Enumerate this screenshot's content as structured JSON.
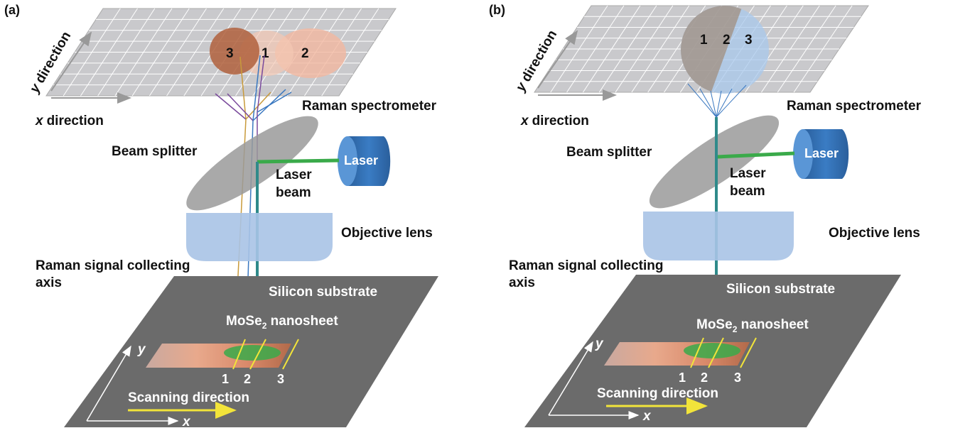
{
  "panels": [
    {
      "tag": "(a)",
      "y_direction_word": "direction",
      "y_letter": "y",
      "x_direction_word": "direction",
      "x_letter": "x",
      "spot_labels": [
        "3",
        "1",
        "2"
      ],
      "raman_spectrometer": "Raman spectrometer",
      "beam_splitter": "Beam splitter",
      "laser": "Laser",
      "laser_beam_1": "Laser",
      "laser_beam_2": "beam",
      "objective_lens": "Objective lens",
      "collect_1": "Raman signal collecting",
      "collect_2": "axis",
      "silicon": "Silicon substrate",
      "mose2_pre": "MoSe",
      "mose2_sub": "2",
      "mose2_post": " nanosheet",
      "pos_labels": [
        "1",
        "2",
        "3"
      ],
      "scanning": "Scanning direction",
      "axis_y": "y",
      "axis_x": "x"
    },
    {
      "tag": "(b)",
      "y_direction_word": "direction",
      "y_letter": "y",
      "x_direction_word": "direction",
      "x_letter": "x",
      "spot_labels": [
        "1",
        "2",
        "3"
      ],
      "raman_spectrometer": "Raman spectrometer",
      "beam_splitter": "Beam splitter",
      "laser": "Laser",
      "laser_beam_1": "Laser",
      "laser_beam_2": "beam",
      "objective_lens": "Objective lens",
      "collect_1": "Raman signal collecting",
      "collect_2": "axis",
      "silicon": "Silicon substrate",
      "mose2_pre": "MoSe",
      "mose2_sub": "2",
      "mose2_post": " nanosheet",
      "pos_labels": [
        "1",
        "2",
        "3"
      ],
      "scanning": "Scanning direction",
      "axis_y": "y",
      "axis_x": "x"
    }
  ],
  "colors": {
    "grid_fill": "#c9c9cc",
    "grid_line": "#ffffff",
    "substrate": "#6b6b6b",
    "laser_body": "#2f6fb0",
    "laser_beam": "#3aaa4a",
    "lens": "#a9c3e6",
    "splitter": "#9a9a9a",
    "scan_arrow": "#f2e43a",
    "spot_dark": "#b0603c",
    "spot_light": "#f2b8a0",
    "spot_blue": "#a8c8ec"
  }
}
